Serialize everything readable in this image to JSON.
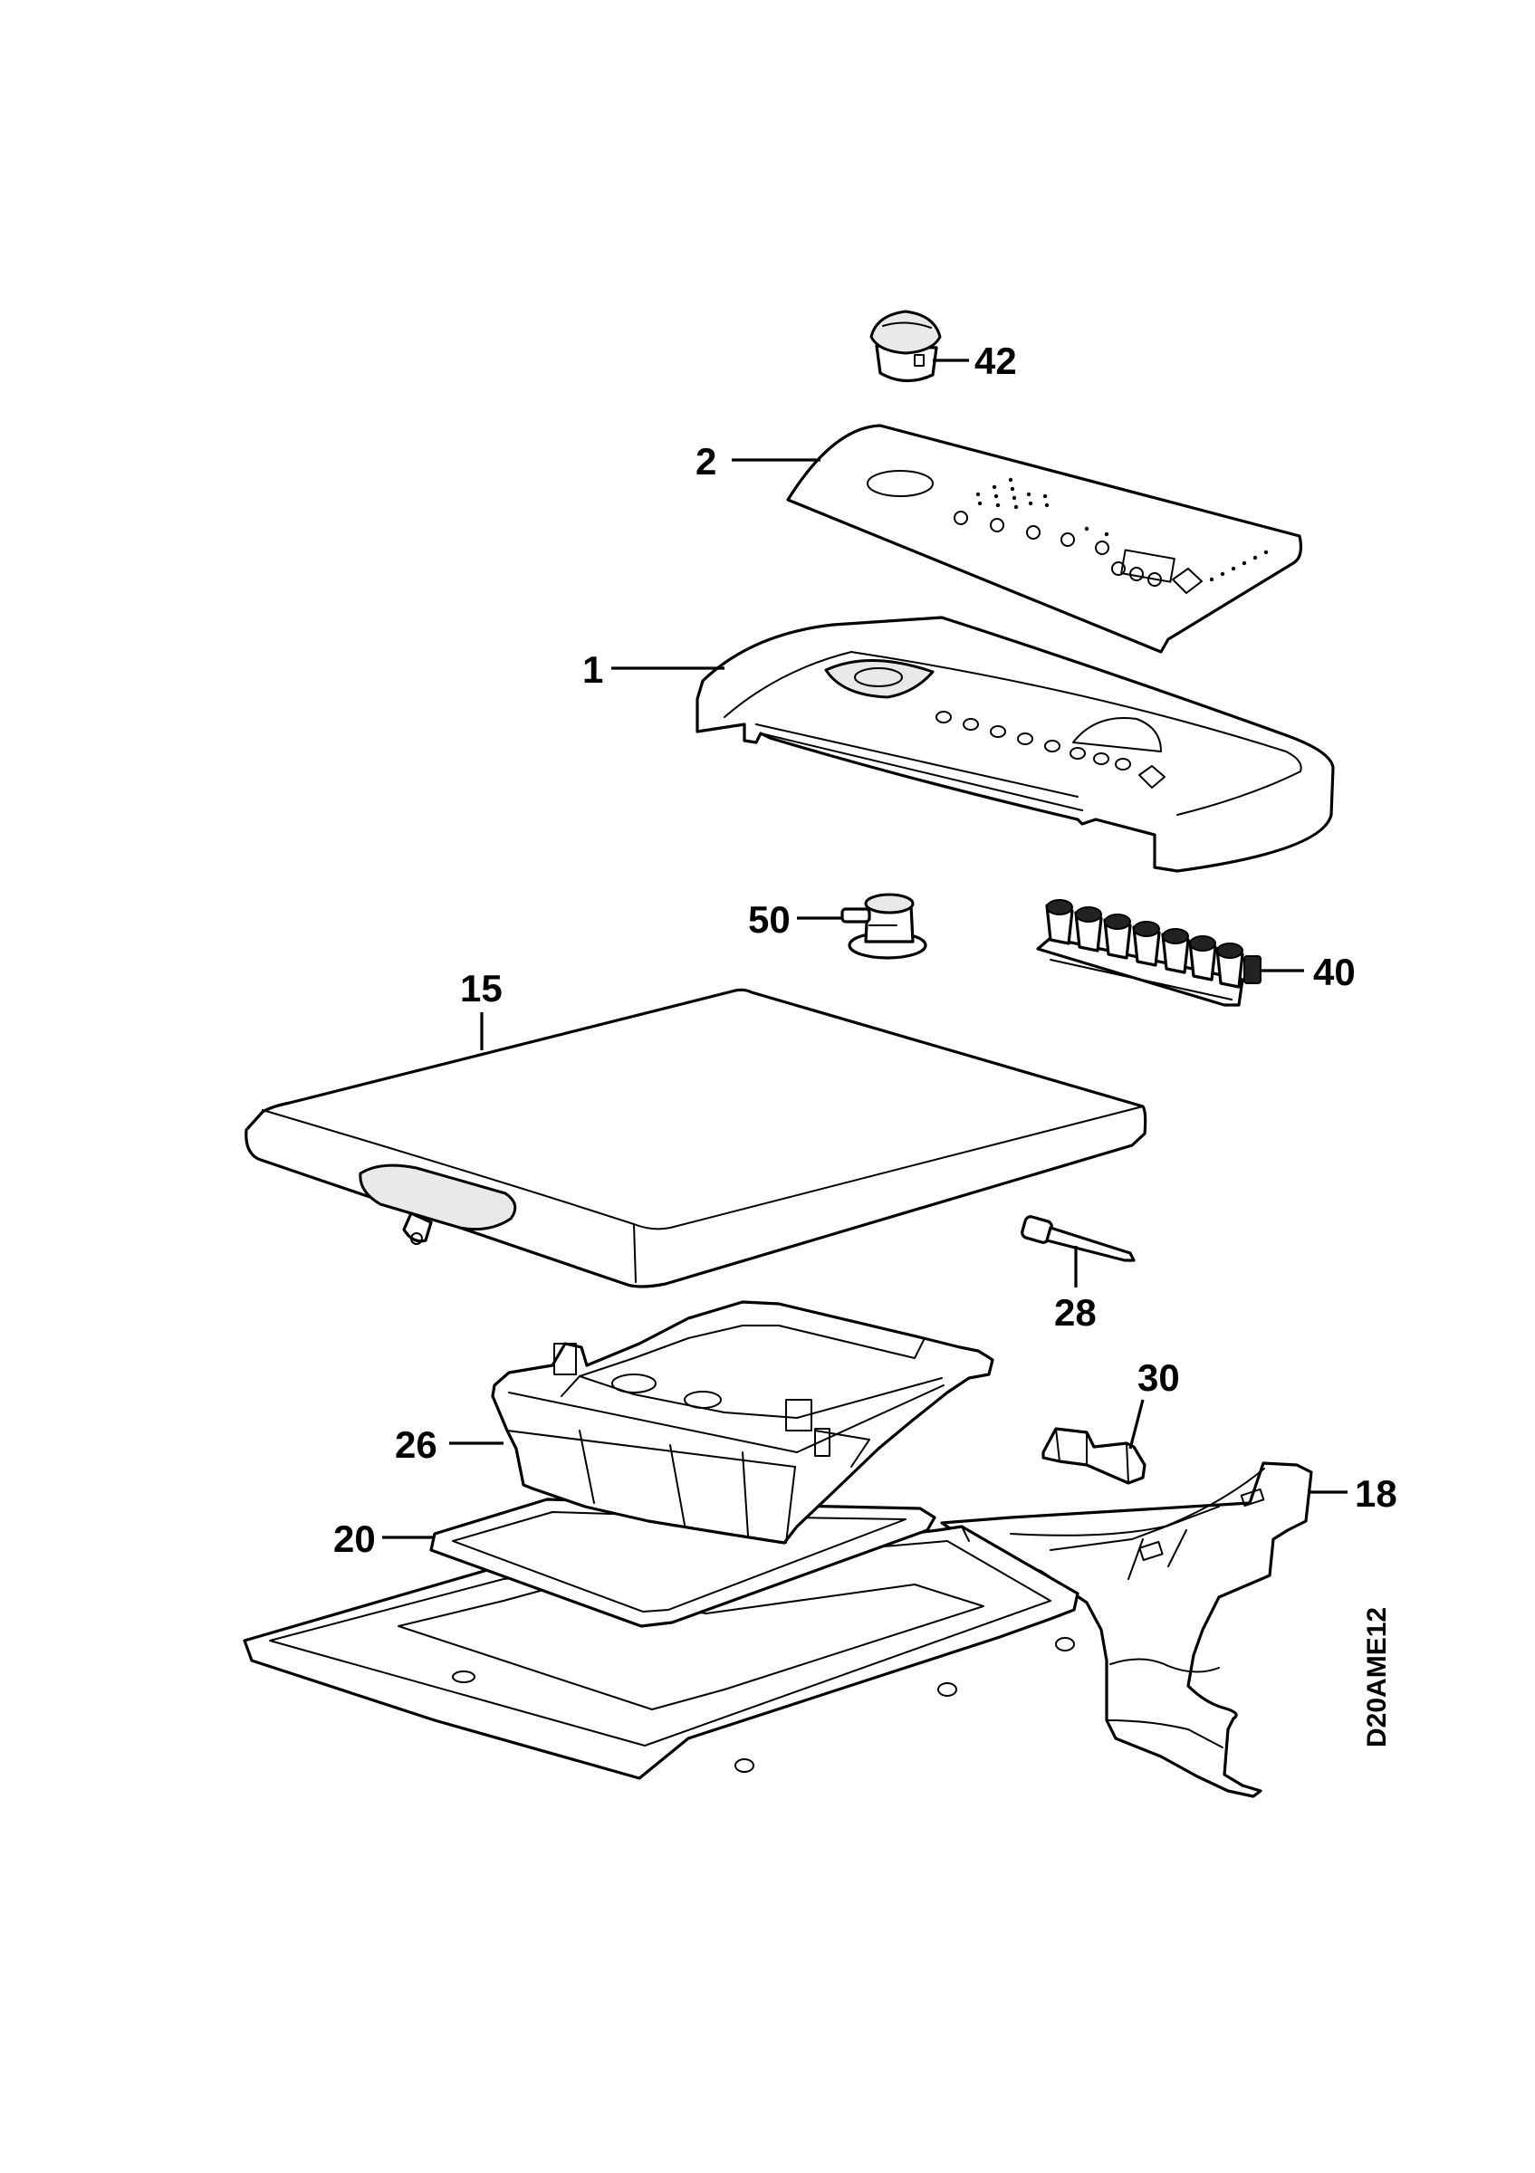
{
  "callouts": {
    "p42": "42",
    "p2": "2",
    "p1": "1",
    "p50": "50",
    "p40": "40",
    "p15": "15",
    "p28": "28",
    "p30": "30",
    "p26": "26",
    "p18": "18",
    "p20": "20"
  },
  "drawing_code": "D20AME12",
  "colors": {
    "line": "#000000",
    "background": "#ffffff"
  }
}
